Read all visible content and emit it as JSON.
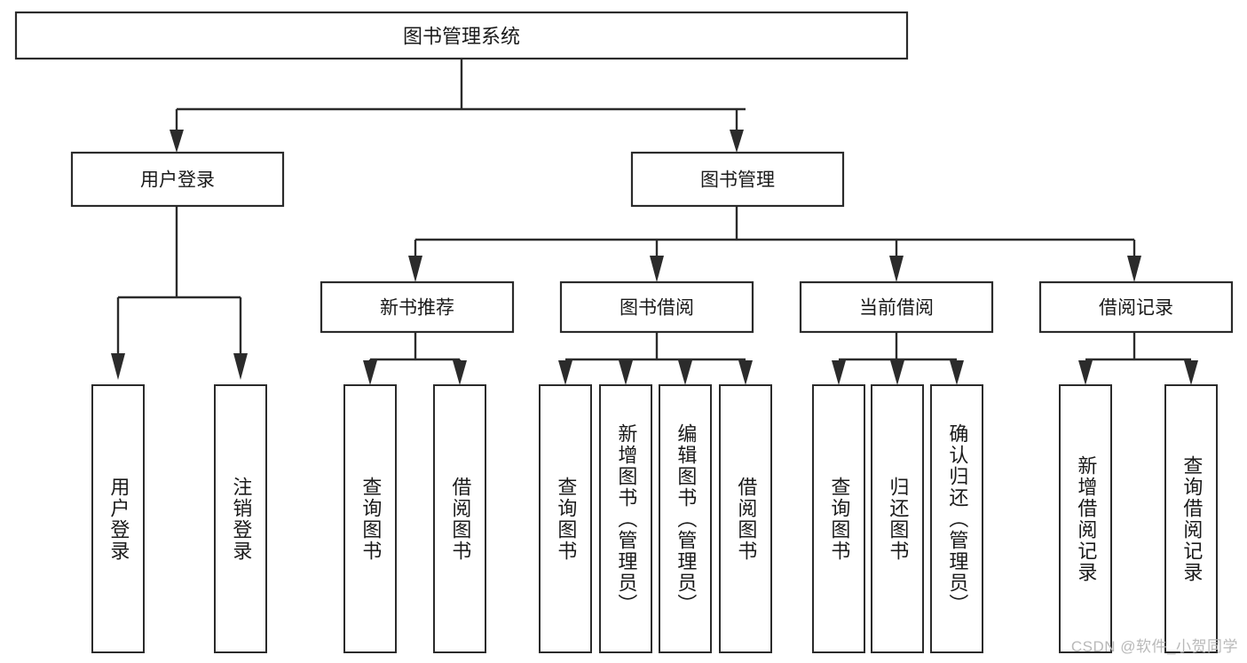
{
  "diagram": {
    "type": "tree-hierarchy",
    "title": "图书管理系统",
    "watermark": "CSDN @软件_小贺同学",
    "colors": {
      "stroke": "#2b2b2b",
      "fill": "#ffffff",
      "text": "#1a1a1a",
      "watermark": "#b9b9b9"
    },
    "root": {
      "label": "图书管理系统"
    },
    "level1": [
      {
        "id": "user-login",
        "label": "用户登录"
      },
      {
        "id": "book-management",
        "label": "图书管理"
      }
    ],
    "level2": [
      {
        "id": "new-book-recommend",
        "label": "新书推荐",
        "parent": "book-management"
      },
      {
        "id": "book-borrow",
        "label": "图书借阅",
        "parent": "book-management"
      },
      {
        "id": "current-borrow",
        "label": "当前借阅",
        "parent": "book-management"
      },
      {
        "id": "borrow-record",
        "label": "借阅记录",
        "parent": "book-management"
      }
    ],
    "leaves": {
      "user-login": [
        {
          "id": "leaf-user-login",
          "label": "用户登录"
        },
        {
          "id": "leaf-logout-login",
          "label": "注销登录"
        }
      ],
      "new-book-recommend": [
        {
          "id": "leaf-query-book-1",
          "label": "查询图书"
        },
        {
          "id": "leaf-borrow-book-1",
          "label": "借阅图书"
        }
      ],
      "book-borrow": [
        {
          "id": "leaf-query-book-2",
          "label": "查询图书"
        },
        {
          "id": "leaf-add-book",
          "label": "新增图书（管理员）"
        },
        {
          "id": "leaf-edit-book",
          "label": "编辑图书（管理员）"
        },
        {
          "id": "leaf-borrow-book-2",
          "label": "借阅图书"
        }
      ],
      "current-borrow": [
        {
          "id": "leaf-query-book-3",
          "label": "查询图书"
        },
        {
          "id": "leaf-return-book",
          "label": "归还图书"
        },
        {
          "id": "leaf-confirm-return",
          "label": "确认归还（管理员）"
        }
      ],
      "borrow-record": [
        {
          "id": "leaf-add-record",
          "label": "新增借阅记录"
        },
        {
          "id": "leaf-query-record",
          "label": "查询借阅记录"
        }
      ]
    }
  }
}
